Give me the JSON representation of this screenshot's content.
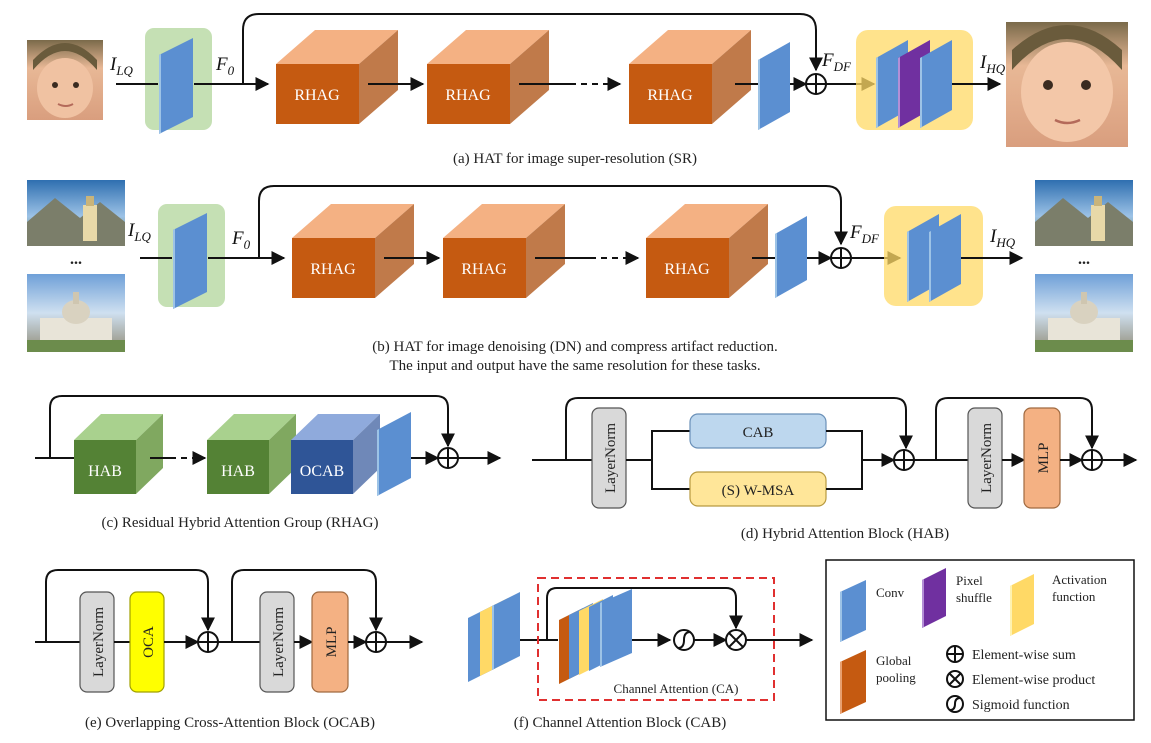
{
  "captions": {
    "a": "(a) HAT for image super-resolution (SR)",
    "b1": "(b) HAT for image denoising (DN) and compress artifact reduction.",
    "b2": "The input and output have the same resolution for these tasks.",
    "c": "(c) Residual Hybrid Attention Group (RHAG)",
    "d": "(d) Hybrid Attention Block (HAB)",
    "e": "(e) Overlapping Cross-Attention Block (OCAB)",
    "f": "(f) Channel Attention Block (CAB)"
  },
  "symbols": {
    "i": "I",
    "f": "F",
    "lq": "LQ",
    "hq": "HQ",
    "zero": "0",
    "df": "DF"
  },
  "blocks": {
    "rhag": "RHAG",
    "hab": "HAB",
    "ocab": "OCAB",
    "cab": "CAB",
    "wmsa": "(S) W-MSA",
    "layernorm": "LayerNorm",
    "mlp": "MLP",
    "oca": "OCA",
    "ca": "Channel Attention (CA)"
  },
  "ellipsis": "...",
  "legend": {
    "conv": "Conv",
    "pixel": "Pixel",
    "shuffle": "shuffle",
    "activation": "Activation",
    "function": "function",
    "global": "Global",
    "pooling": "pooling",
    "sum": "Element-wise sum",
    "product": "Element-wise product",
    "sigmoid": "Sigmoid function"
  },
  "colors": {
    "conv": "#5b8fd1",
    "rhag_front": "#c55a11",
    "hab_front": "#548235",
    "ocab_front": "#2f5597",
    "pixel_shuffle": "#7030a0",
    "activation": "#ffd966",
    "global_pooling": "#c55a11",
    "cab_fill": "#bdd7ee",
    "wmsa_fill": "#ffe699",
    "mlp_fill": "#f4b183",
    "oca_fill": "#ffff00",
    "layernorm_fill": "#d9d9d9",
    "ca_box": "#e03030"
  }
}
